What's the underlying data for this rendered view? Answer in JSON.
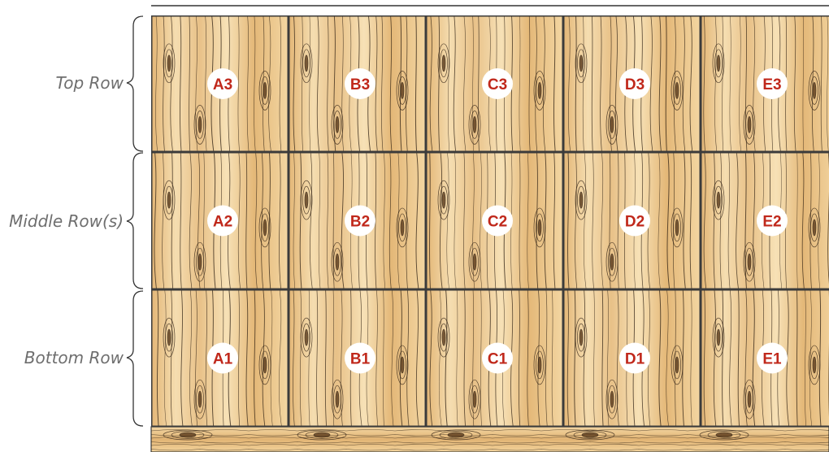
{
  "row_labels": {
    "top": "Top Row",
    "middle": "Middle Row(s)",
    "bottom": "Bottom Row"
  },
  "panels": {
    "columns": [
      "A",
      "B",
      "C",
      "D",
      "E"
    ],
    "top": [
      "A3",
      "B3",
      "C3",
      "D3",
      "E3"
    ],
    "middle": [
      "A2",
      "B2",
      "C2",
      "D2",
      "E2"
    ],
    "bottom": [
      "A1",
      "B1",
      "C1",
      "D1",
      "E1"
    ]
  },
  "colors": {
    "wood_light": "#f3d9a8",
    "wood_mid": "#e6bc7c",
    "wood_dark": "#c99452",
    "grain_line": "#2a1c10",
    "seam": "#3b3b3b",
    "badge_fill": "#ffffff",
    "badge_text": "#c0281b",
    "label_text": "#6e6e6e",
    "brace": "#333333"
  }
}
